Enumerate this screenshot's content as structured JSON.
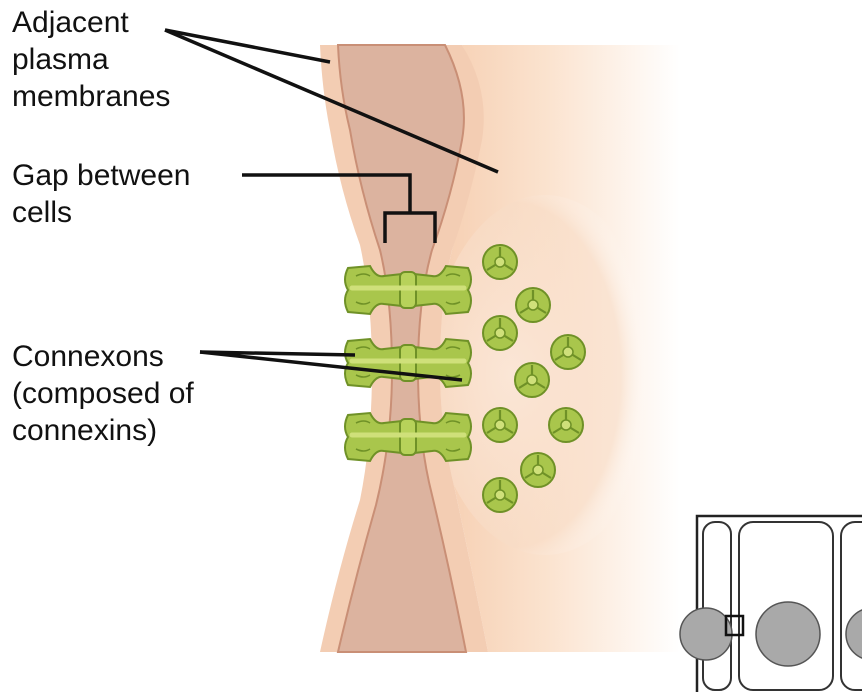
{
  "labels": {
    "adjacent_membranes": "Adjacent\nplasma\nmembranes",
    "gap_between_cells": "Gap between\ncells",
    "connexons": "Connexons\n(composed of\nconnexins)"
  },
  "colors": {
    "cytoplasm": "#dcb39f",
    "membrane": "#f3cdb3",
    "membrane_edge": "#c98f76",
    "connexon_fill": "#a9c64c",
    "connexon_dark": "#6f9127",
    "connexon_light": "#cfe07a",
    "leader_line": "#111111",
    "inset_cell_border": "#333333",
    "inset_nucleus": "#a9a9a9"
  },
  "icons": [
    "connexon-channel-icon",
    "connexon-end-view-icon",
    "cell-nucleus-icon"
  ]
}
